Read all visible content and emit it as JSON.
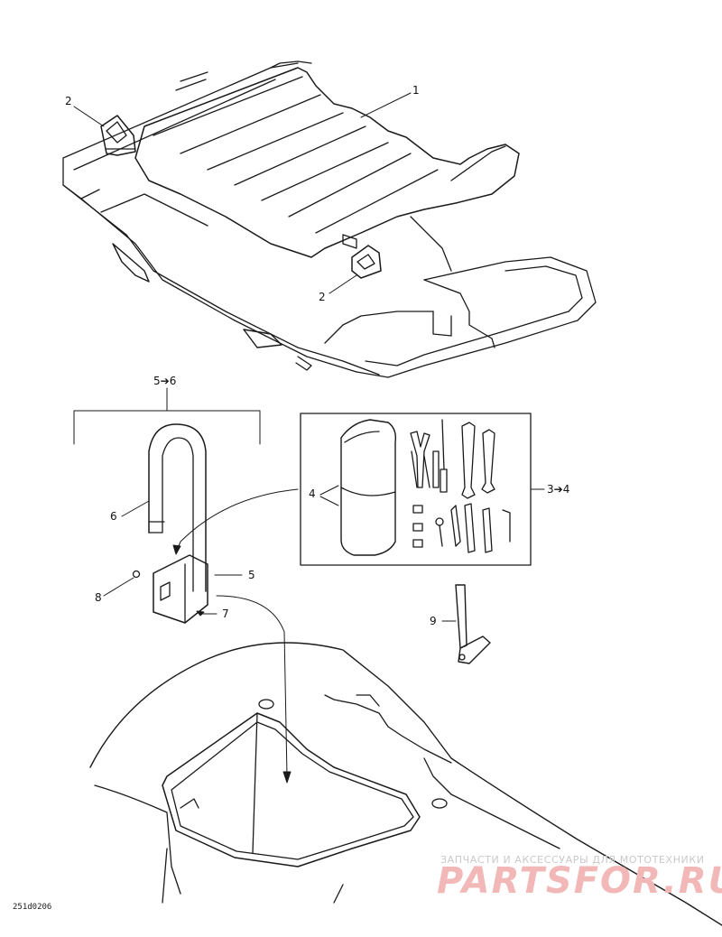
{
  "callouts": {
    "c1": "1",
    "c2a": "2",
    "c2b": "2",
    "c4": "4",
    "c5": "5",
    "c6": "6",
    "c7": "7",
    "c8": "8",
    "c9": "9",
    "group_56": "5➔6",
    "group_34": "3➔4"
  },
  "drawing_code": "251d0206",
  "watermark": {
    "subtitle": "ЗАПЧАСТИ И АКСЕССУАРЫ ДЛЯ МОТОТЕХНИКИ",
    "brand": "PARTSFOR.RU"
  },
  "colors": {
    "line": "#1a1a1a",
    "watermark_text": "#f2b8b8",
    "watermark_sub": "#c9c9c9"
  }
}
